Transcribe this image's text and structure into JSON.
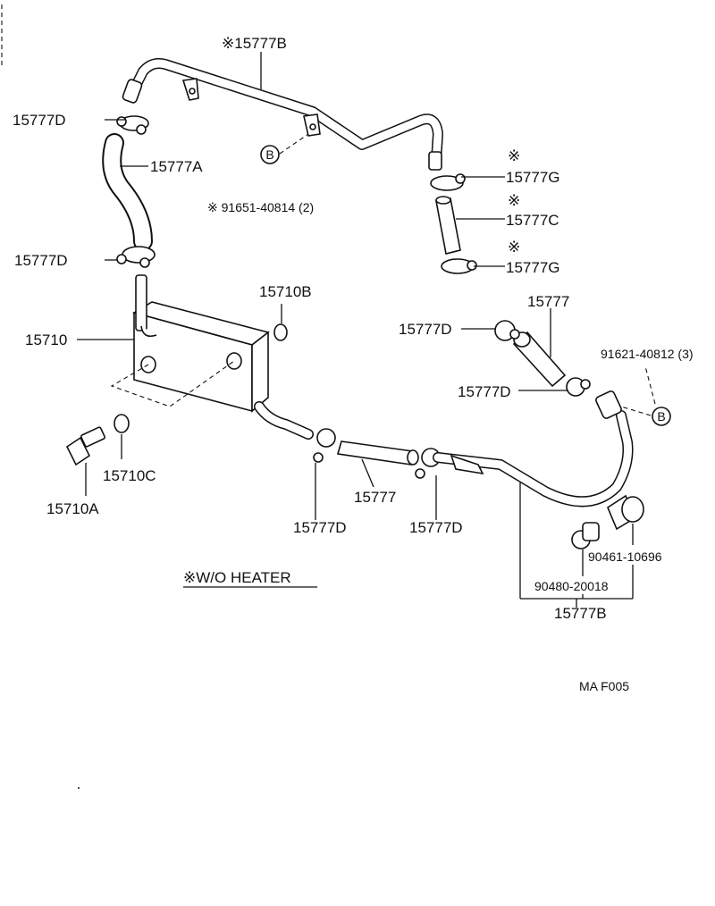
{
  "labels": {
    "p15777B_top": "※15777B",
    "p15777D_1": "15777D",
    "p15777A": "15777A",
    "p91651": "※ 91651-40814 (2)",
    "ref_b": "B",
    "mark_g1": "※",
    "p15777G_1": "15777G",
    "mark_c": "※",
    "p15777C": "15777C",
    "mark_g2": "※",
    "p15777G_2": "15777G",
    "p15777D_2": "15777D",
    "p15710B": "15710B",
    "p15710": "15710",
    "p15777_right": "15777",
    "p15777D_3": "15777D",
    "p91621": "91621-40812 (3)",
    "p15777D_4": "15777D",
    "p15710C": "15710C",
    "p15710A": "15710A",
    "p15777_mid": "15777",
    "p15777D_5": "15777D",
    "p15777D_6": "15777D",
    "p90461": "90461-10696",
    "p90480": "90480-20018",
    "p15777B_bottom": "15777B",
    "note": "※W/O HEATER",
    "code": "MA  F005"
  }
}
